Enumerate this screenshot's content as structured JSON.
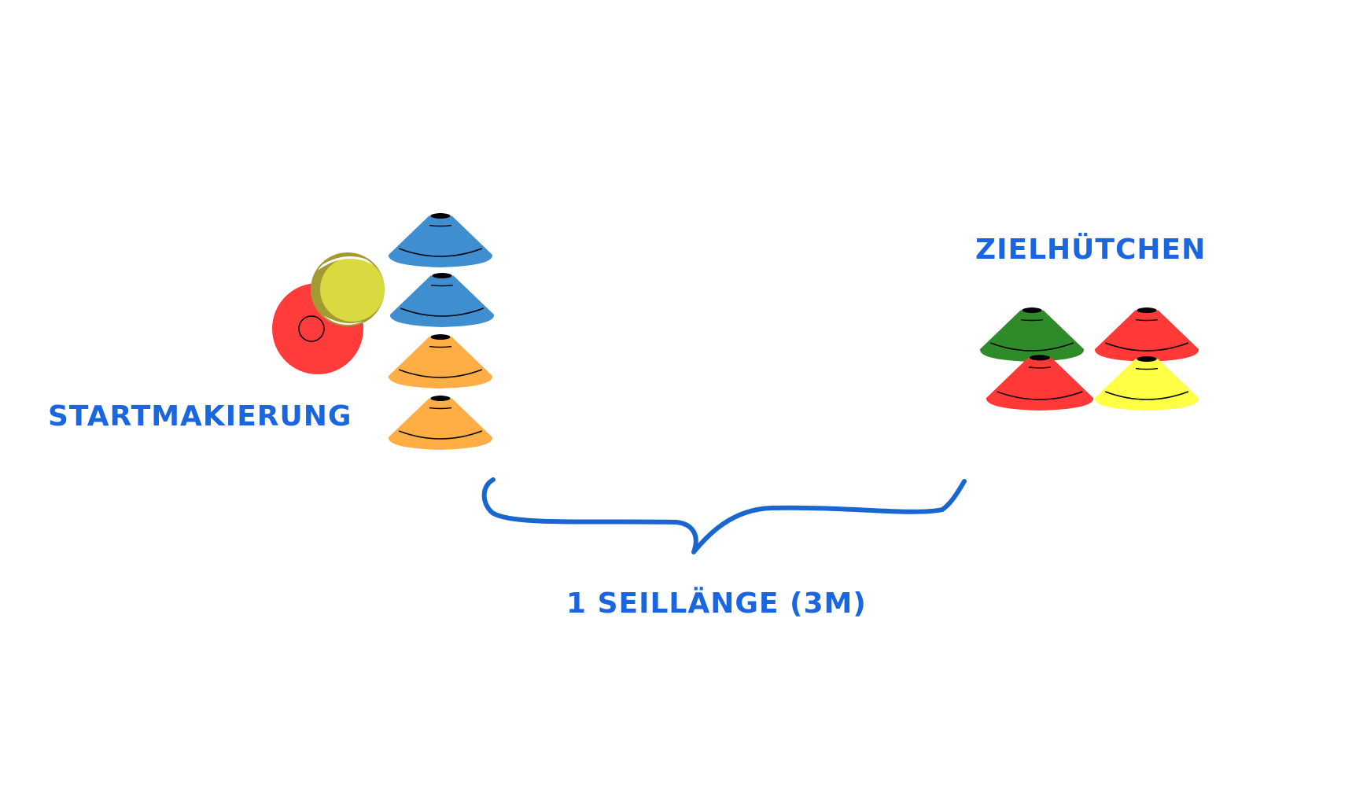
{
  "labels": {
    "start": "STARTMAKIERUNG",
    "target": "ZIELHÜTCHEN",
    "distance": "1 SEILLÄNGE (3M)"
  },
  "colors": {
    "text": "#1a66e0",
    "bracket": "#1a66d0",
    "start_disc": "#ff3b3b",
    "ball": "#d9d940",
    "ball_shadow": "#a59a32",
    "cone_blue": "#3f8fd0",
    "cone_orange": "#ffae45",
    "cone_green": "#2f8a2a",
    "cone_red": "#ff3838",
    "cone_yellow": "#ffff45"
  },
  "start_cones": [
    "cone_blue",
    "cone_blue",
    "cone_orange",
    "cone_orange"
  ],
  "target_cones": [
    "cone_green",
    "cone_red",
    "cone_red",
    "cone_yellow"
  ]
}
